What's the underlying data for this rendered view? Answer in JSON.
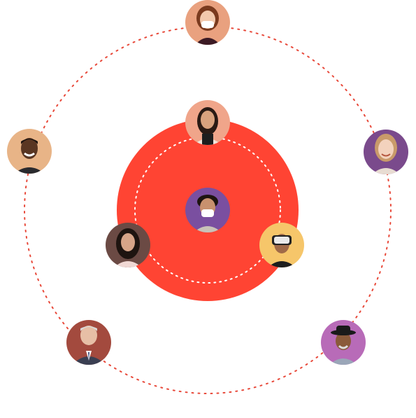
{
  "colors": {
    "core_fill": "#ff4433",
    "outer_ring_dots": "#e8493a",
    "inner_ring_dots": "#ffffff",
    "background": "#ffffff"
  },
  "avatars": [
    {
      "id": "top",
      "description_icon": "person-with-mask-icon",
      "bg": "#e9a17f"
    },
    {
      "id": "left",
      "description_icon": "person-smiling-icon",
      "bg": "#e8b487"
    },
    {
      "id": "right",
      "description_icon": "person-smiling-icon",
      "bg": "#7a4a8c"
    },
    {
      "id": "bottom-left",
      "description_icon": "person-older-icon",
      "bg": "#a34a3e"
    },
    {
      "id": "bottom-right",
      "description_icon": "person-with-hat-icon",
      "bg": "#b86bb8"
    },
    {
      "id": "inner-top",
      "description_icon": "person-icon",
      "bg": "#f0a58a"
    },
    {
      "id": "center",
      "description_icon": "person-with-mask-icon",
      "bg": "#7a4fa0"
    },
    {
      "id": "inner-left",
      "description_icon": "person-icon",
      "bg": "#6b4a44"
    },
    {
      "id": "inner-right",
      "description_icon": "person-with-vr-headset-icon",
      "bg": "#f6c66a"
    }
  ]
}
